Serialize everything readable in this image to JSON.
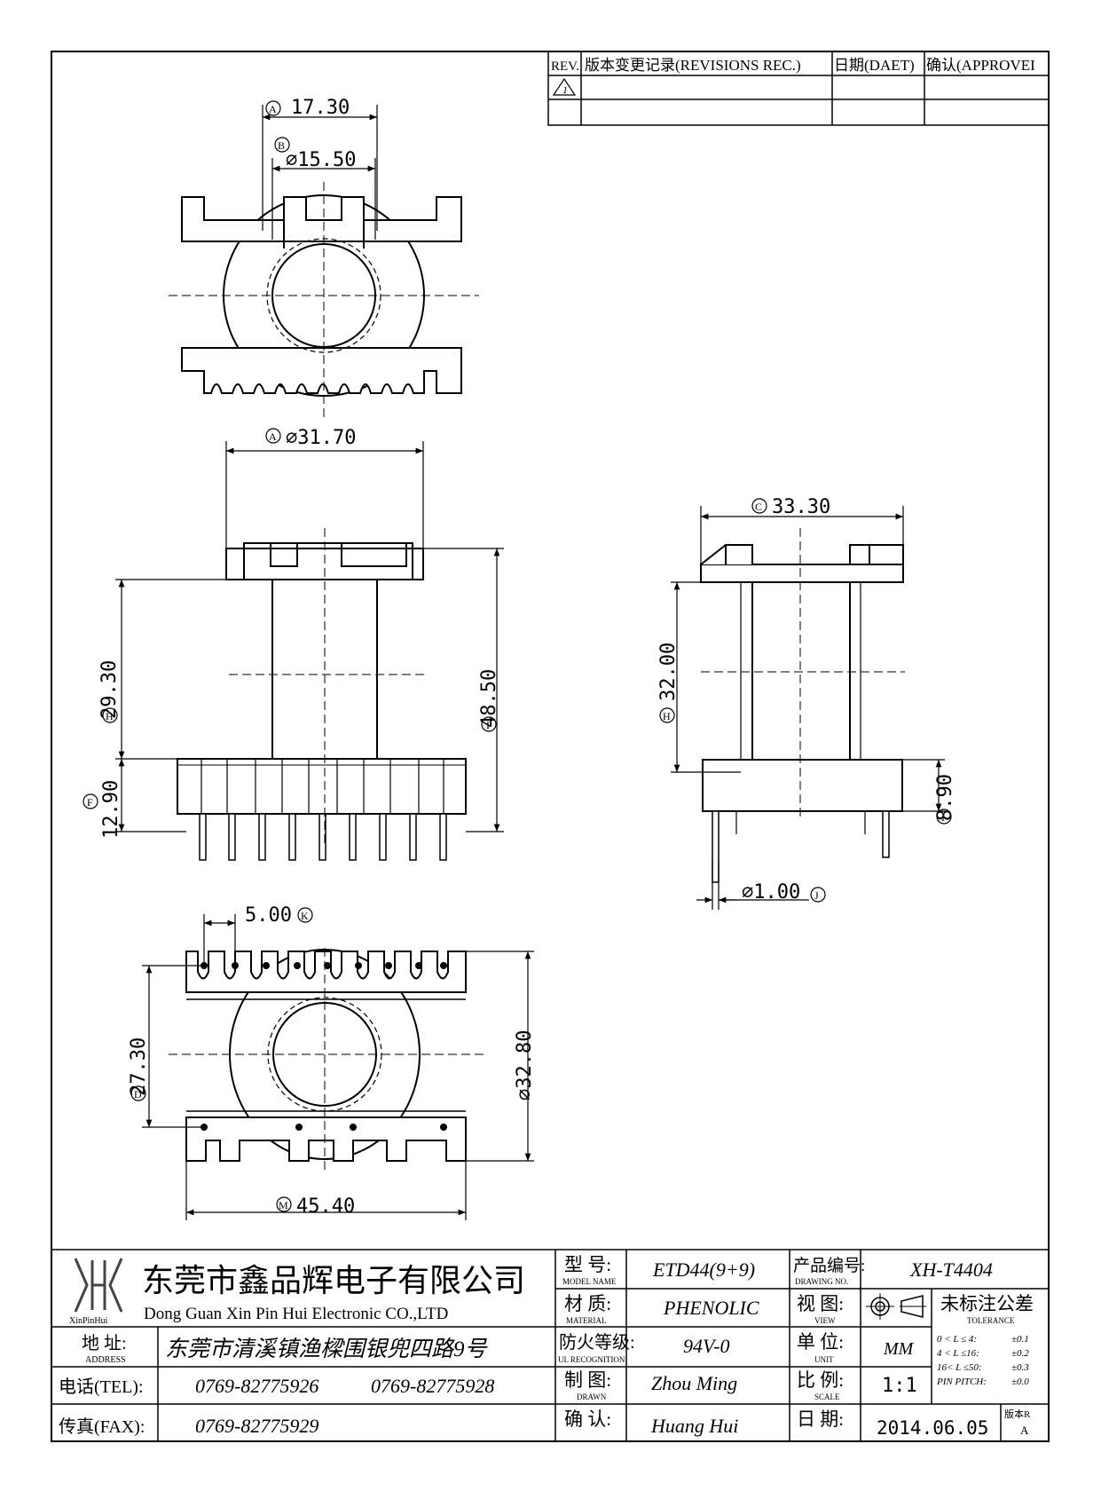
{
  "revisions": {
    "headers": [
      "REV.",
      "版本变更记录(REVISIONS REC.)",
      "日期(DAET)",
      "确认(APPROVEI"
    ],
    "rows": [
      {
        "rev": "1"
      }
    ]
  },
  "dimensions": {
    "top_width": "17.30",
    "top_bore": "⌀15.50",
    "front_flange": "⌀31.70",
    "front_winding": "29.30",
    "front_total": "48.50",
    "front_base": "12.90",
    "side_width": "33.30",
    "side_height": "32.00",
    "side_base": "8.90",
    "pin_dia": "⌀1.00",
    "pin_pitch": "5.00",
    "bottom_inner": "27.30",
    "bottom_outer": "⌀32.80",
    "bottom_length": "45.40"
  },
  "markers": {
    "A": "A",
    "B": "B",
    "C": "C",
    "D": "D",
    "F": "F",
    "H": "H",
    "I": "I",
    "J": "J",
    "K": "K",
    "M": "M"
  },
  "title_block": {
    "company_cn": "东莞市鑫品辉电子有限公司",
    "company_en": "Dong Guan Xin Pin Hui Electronic CO.,LTD",
    "logo_text": "XinPinHui",
    "address_label_cn": "地 址:",
    "address_label_en": "ADDRESS",
    "address": "东莞市清溪镇渔樑围银兜四路9号",
    "tel_label": "电话(TEL):",
    "tel1": "0769-82775926",
    "tel2": "0769-82775928",
    "fax_label": "传真(FAX):",
    "fax": "0769-82775929",
    "model_label_cn": "型 号:",
    "model_label_en": "MODEL NAME",
    "model": "ETD44(9+9)",
    "material_label_cn": "材 质:",
    "material_label_en": "MATERIAL",
    "material": "PHENOLIC",
    "ul_label_cn": "防火等级:",
    "ul_label_en": "UL RECOGNITION",
    "ul": "94V-0",
    "drawn_label_cn": "制 图:",
    "drawn_label_en": "DRAWN",
    "drawn": "Zhou Ming",
    "checked_label_cn": "确 认:",
    "checked": "Huang Hui",
    "drawing_no_label_cn": "产品编号:",
    "drawing_no_label_en": "DRAWING NO.",
    "drawing_no": "XH-T4404",
    "view_label_cn": "视 图:",
    "view_label_en": "VIEW",
    "unit_label_cn": "单 位:",
    "unit_label_en": "UNIT",
    "unit": "MM",
    "scale_label_cn": "比 例:",
    "scale_label_en": "SCALE",
    "scale": "1:1",
    "date_label_cn": "日 期:",
    "date": "2014.06.05",
    "tolerance_label_cn": "未标注公差",
    "tolerance_label_en": "TOLERANCE",
    "tolerance_rows": [
      {
        "range": "0 < L ≤ 4:",
        "value": "±0.1"
      },
      {
        "range": "4 < L ≤16:",
        "value": "±0.2"
      },
      {
        "range": "16< L ≤50:",
        "value": "±0.3"
      },
      {
        "range": "PIN PITCH:",
        "value": "±0.0"
      }
    ],
    "version_label": "版本R",
    "version": "A"
  }
}
